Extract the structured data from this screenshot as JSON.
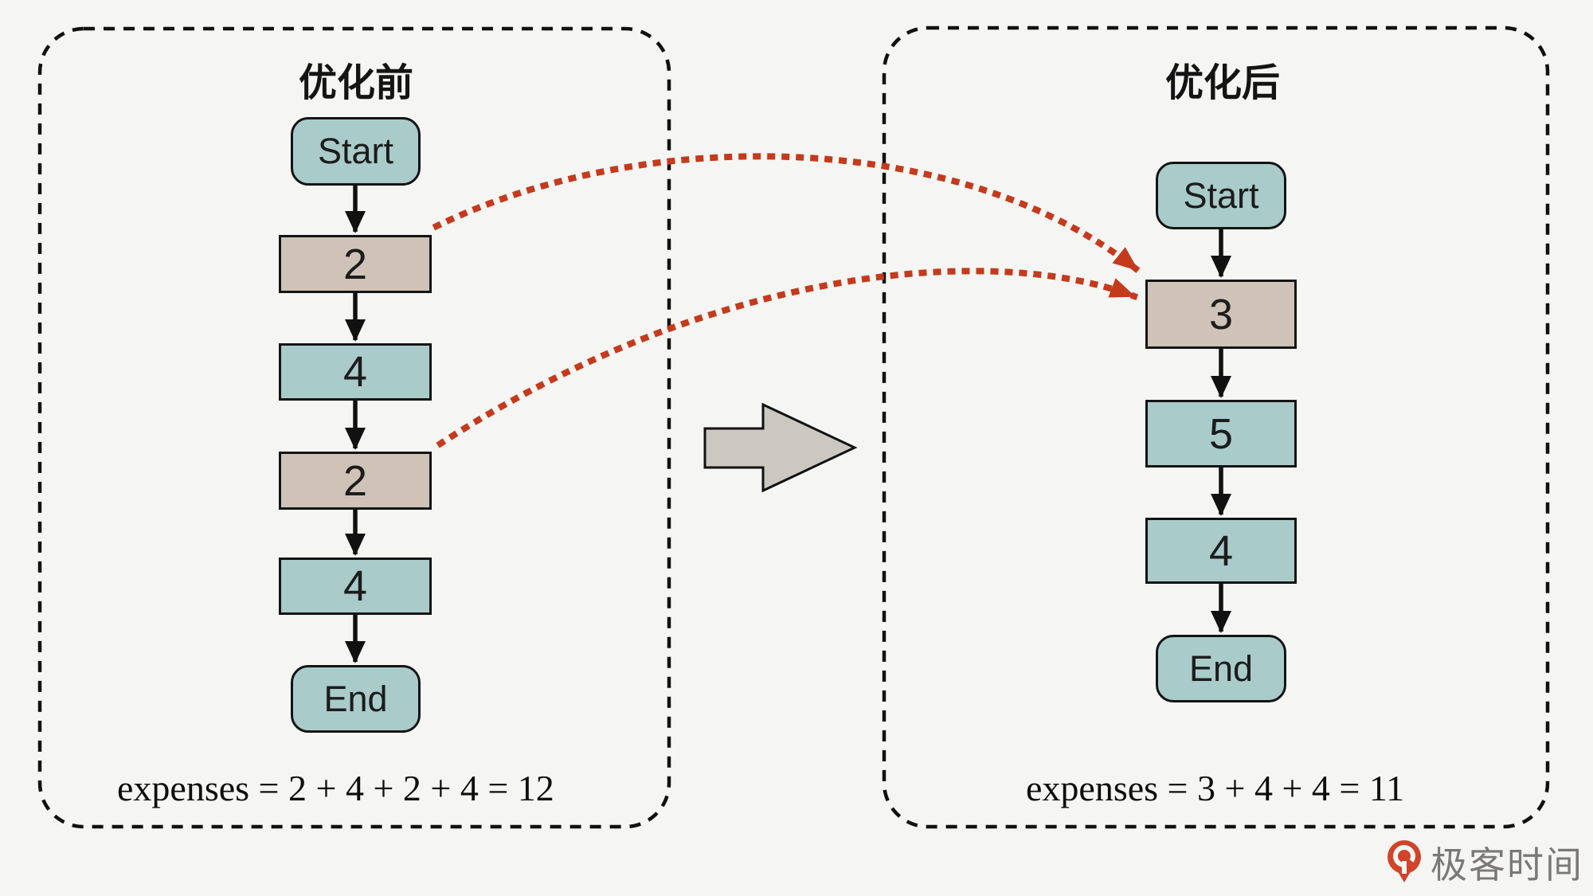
{
  "left_panel": {
    "title": "优化前",
    "nodes": [
      {
        "label": "Start",
        "type": "terminal"
      },
      {
        "label": "2",
        "type": "op",
        "highlight": true
      },
      {
        "label": "4",
        "type": "op",
        "highlight": false
      },
      {
        "label": "2",
        "type": "op",
        "highlight": true
      },
      {
        "label": "4",
        "type": "op",
        "highlight": false
      },
      {
        "label": "End",
        "type": "terminal"
      }
    ],
    "expenses": "expenses = 2 + 4 + 2 + 4 = 12"
  },
  "right_panel": {
    "title": "优化后",
    "nodes": [
      {
        "label": "Start",
        "type": "terminal"
      },
      {
        "label": "3",
        "type": "op",
        "highlight": true
      },
      {
        "label": "5",
        "type": "op",
        "highlight": false
      },
      {
        "label": "4",
        "type": "op",
        "highlight": false
      },
      {
        "label": "End",
        "type": "terminal"
      }
    ],
    "expenses": "expenses = 3 + 4 + 4 = 11"
  },
  "footer": {
    "brand": "极客时间",
    "brand_icon": "geektime-logo-icon"
  },
  "colors": {
    "background": "#f5f5f3",
    "node_fill_teal": "#a9cbca",
    "node_fill_tan": "#cfc2b7",
    "node_border": "#141414",
    "flow_arrow": "#111111",
    "merge_arrow_red": "#c43a1c",
    "big_arrow_fill": "#cbc8c1",
    "panel_border": "#111111",
    "brand_red": "#d1432a",
    "brand_text": "#7a7978"
  }
}
